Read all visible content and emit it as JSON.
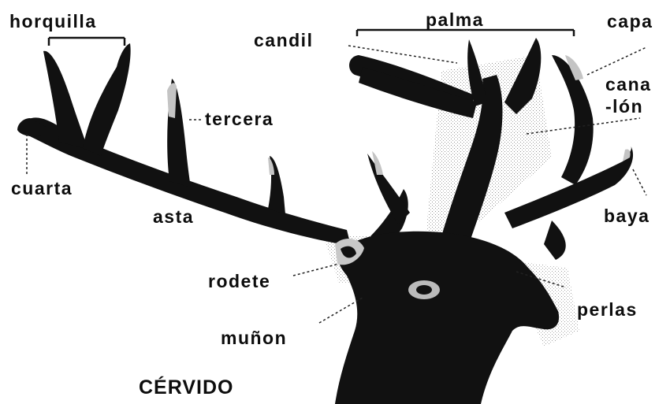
{
  "diagram": {
    "title": "CÉRVIDO",
    "labels": {
      "horquilla": "horquilla",
      "palma": "palma",
      "capa": "capa",
      "candil": "candil",
      "canalon_line1": "cana",
      "canalon_line2": "-lón",
      "tercera": "tercera",
      "cuarta": "cuarta",
      "asta": "asta",
      "baya": "baya",
      "rodete": "rodete",
      "perlas": "perlas",
      "munon": "muñon"
    },
    "colors": {
      "silhouette": "#111111",
      "background": "#ffffff",
      "text": "#0d0d0d",
      "leader": "#222222"
    }
  }
}
